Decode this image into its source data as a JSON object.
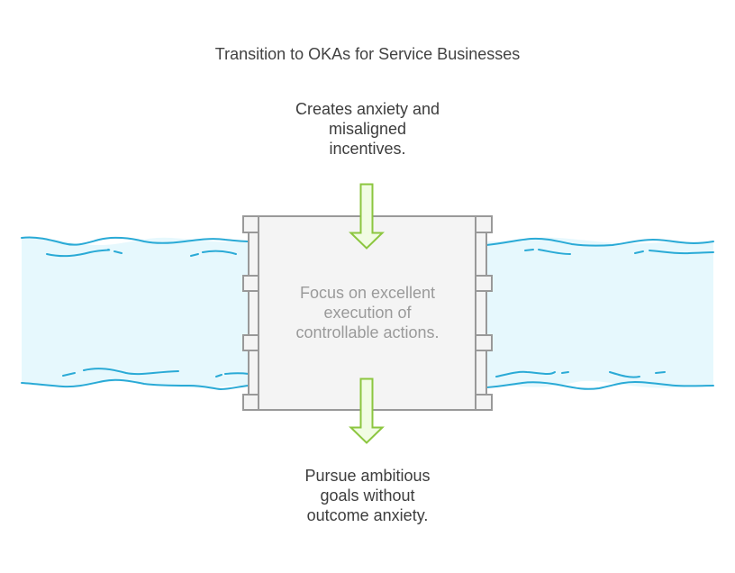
{
  "title": "Transition to OKAs for Service Businesses",
  "top_label": {
    "lines": [
      "Creates anxiety and",
      "misaligned",
      "incentives."
    ]
  },
  "center_label": {
    "lines": [
      "Focus on excellent",
      "execution of",
      "controllable actions."
    ]
  },
  "bottom_label": {
    "lines": [
      "Pursue ambitious",
      "goals without",
      "outcome anxiety."
    ]
  },
  "icons": {
    "river": "river-icon",
    "dam": "dam-icon",
    "inflow_arrow": "arrow-down-icon",
    "outflow_arrow": "arrow-down-icon"
  },
  "colors": {
    "water_fill": "#e6f8fd",
    "water_stroke": "#2aaad6",
    "dam_fill": "#f4f4f4",
    "dam_stroke": "#999999",
    "arrow_fill": "#f1fce3",
    "arrow_stroke": "#8cc63f",
    "text": "#3d3d3d",
    "center_text": "#9a9a9a"
  }
}
